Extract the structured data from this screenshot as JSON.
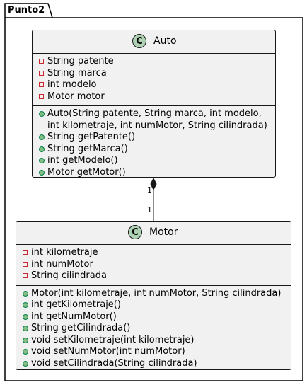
{
  "package": {
    "name": "Punto2"
  },
  "classes": {
    "auto": {
      "stereotype_letter": "C",
      "name": "Auto",
      "attributes": [
        "String patente",
        "String marca",
        "int modelo",
        "Motor motor"
      ],
      "methods": [
        "Auto(String patente, String marca, int modelo,",
        "int kilometraje, int numMotor, String cilindrada)",
        "String getPatente()",
        "String getMarca()",
        "int getModelo()",
        "Motor getMotor()"
      ]
    },
    "motor": {
      "stereotype_letter": "C",
      "name": "Motor",
      "attributes": [
        "int kilometraje",
        "int numMotor",
        "String cilindrada"
      ],
      "methods": [
        "Motor(int kilometraje, int numMotor, String cilindrada)",
        "int getKilometraje()",
        "int getNumMotor()",
        "String getCilindrada()",
        "void setKilometraje(int kilometraje)",
        "void setNumMotor(int numMotor)",
        "void setCilindrada(String cilindrada)"
      ]
    }
  },
  "relation": {
    "type": "composition",
    "source_multiplicity": "1",
    "target_multiplicity": "1"
  },
  "colors": {
    "class_fill": "#f1f1f1",
    "border": "#181818",
    "class_circle": "#add1b2",
    "private_marker": "#c82930",
    "public_marker_border": "#038048",
    "public_marker_fill": "#84be84"
  }
}
